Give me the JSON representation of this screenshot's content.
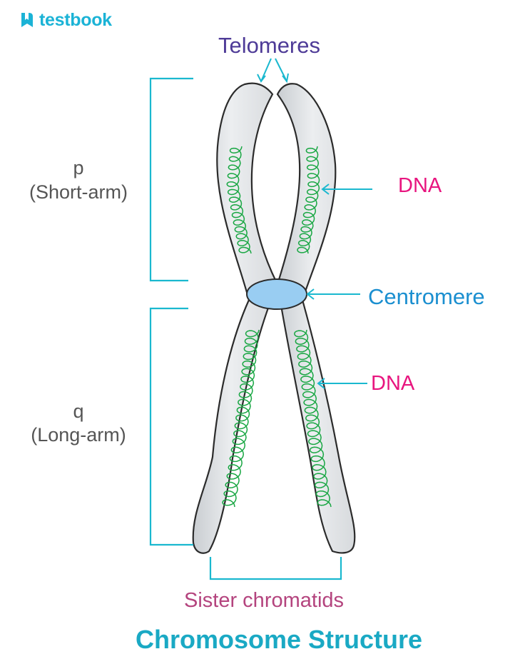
{
  "brand": {
    "name": "testbook",
    "icon": "book-bookmark-icon",
    "color": "#1bb3d6"
  },
  "labels": {
    "telomeres": "Telomeres",
    "p_arm": "p",
    "p_arm_desc": "(Short-arm)",
    "q_arm": "q",
    "q_arm_desc": "(Long-arm)",
    "dna_upper": "DNA",
    "dna_lower": "DNA",
    "centromere": "Centromere",
    "sister_chromatids": "Sister chromatids"
  },
  "title": "Chromosome Structure",
  "colors": {
    "telomeres": "#4e3b97",
    "arm_labels": "#555555",
    "dna_label": "#e8157f",
    "centromere_label": "#1b8fd0",
    "sister_label": "#b4447e",
    "title": "#1aa9c4",
    "pointer_lines": "#1ab8cf",
    "chromatid_fill": "#e6e8ea",
    "chromatid_stroke": "#2b2b2b",
    "centromere_fill": "#99cdf2",
    "dna_strand": "#1aa744"
  }
}
